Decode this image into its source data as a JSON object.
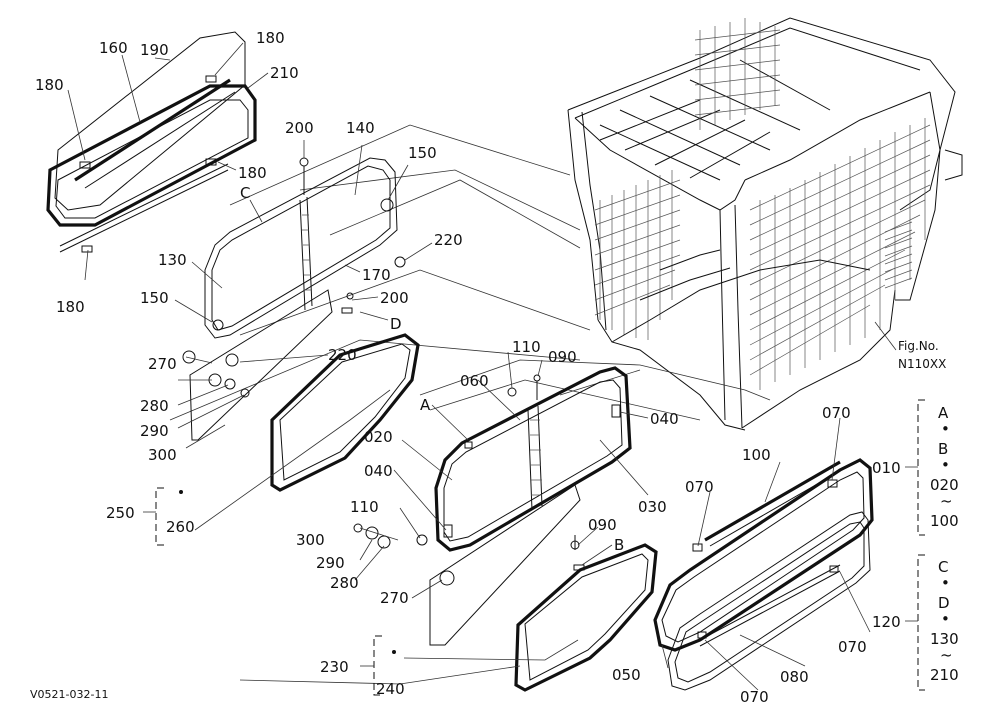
{
  "figure": {
    "fig_no_label": "Fig.No.",
    "fig_no": "N110XX",
    "drawing_code": "V0521-032-11"
  },
  "callouts": {
    "c010": "010",
    "c020": "020",
    "c030": "030",
    "c040a": "040",
    "c040b": "040",
    "c050": "050",
    "c060": "060",
    "c070a": "070",
    "c070b": "070",
    "c070c": "070",
    "c070d": "070",
    "c080": "080",
    "c090a": "090",
    "c090b": "090",
    "c100": "100",
    "c110a": "110",
    "c110b": "110",
    "c120": "120",
    "c130": "130",
    "c140": "140",
    "c150a": "150",
    "c150b": "150",
    "c160": "160",
    "c170": "170",
    "c180a": "180",
    "c180b": "180",
    "c180c": "180",
    "c180d": "180",
    "c190": "190",
    "c200a": "200",
    "c200b": "200",
    "c210": "210",
    "c220a": "220",
    "c220b": "220",
    "c230": "230",
    "c240": "240",
    "c250": "250",
    "c260": "260",
    "c270a": "270",
    "c270b": "270",
    "c280a": "280",
    "c280b": "280",
    "c290a": "290",
    "c290b": "290",
    "c300a": "300",
    "c300b": "300"
  },
  "letters": {
    "A1": "A",
    "A2": "A",
    "B1": "B",
    "B2": "B",
    "C1": "C",
    "C2": "C",
    "D1": "D",
    "D2": "D"
  },
  "brackets": {
    "top": {
      "range_from": "020",
      "range_to": "100",
      "tilde": "~",
      "dot": "•"
    },
    "bottom": {
      "range_from": "130",
      "range_to": "210",
      "tilde": "~",
      "dot": "•"
    }
  }
}
